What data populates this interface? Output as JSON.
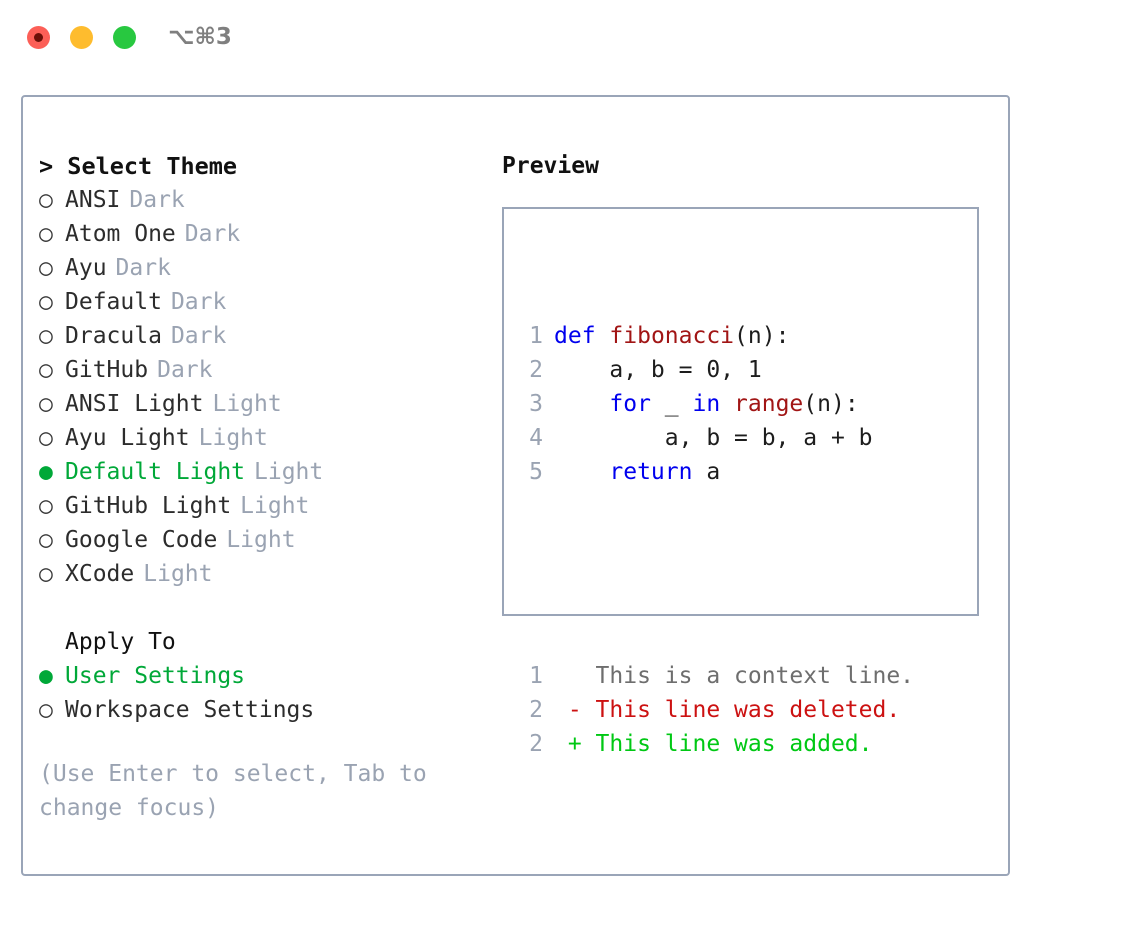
{
  "window": {
    "shortcut_title": "⌥⌘3",
    "traffic_lights": [
      "close-button",
      "minimize-button",
      "maximize-button"
    ]
  },
  "theme_picker": {
    "heading": "> Select Theme",
    "bullet_unselected": "○",
    "bullet_selected": "●",
    "items": [
      {
        "name": "ANSI",
        "variant": "Dark",
        "selected": false
      },
      {
        "name": "Atom One",
        "variant": "Dark",
        "selected": false
      },
      {
        "name": "Ayu",
        "variant": "Dark",
        "selected": false
      },
      {
        "name": "Default",
        "variant": "Dark",
        "selected": false
      },
      {
        "name": "Dracula",
        "variant": "Dark",
        "selected": false
      },
      {
        "name": "GitHub",
        "variant": "Dark",
        "selected": false
      },
      {
        "name": "ANSI Light",
        "variant": "Light",
        "selected": false
      },
      {
        "name": "Ayu Light",
        "variant": "Light",
        "selected": false
      },
      {
        "name": "Default Light",
        "variant": "Light",
        "selected": true
      },
      {
        "name": "GitHub Light",
        "variant": "Light",
        "selected": false
      },
      {
        "name": "Google Code",
        "variant": "Light",
        "selected": false
      },
      {
        "name": "XCode",
        "variant": "Light",
        "selected": false
      }
    ]
  },
  "apply_to": {
    "heading": "Apply To",
    "options": [
      {
        "label": "User Settings",
        "selected": true
      },
      {
        "label": "Workspace Settings",
        "selected": false
      }
    ]
  },
  "hint": "(Use Enter to select, Tab to change focus)",
  "preview": {
    "title": "Preview",
    "code_lines": [
      {
        "num": "1",
        "tokens": [
          {
            "t": "def",
            "c": "kw"
          },
          {
            "t": " ",
            "c": "pl"
          },
          {
            "t": "fibonacci",
            "c": "fn"
          },
          {
            "t": "(n):",
            "c": "pl"
          }
        ]
      },
      {
        "num": "2",
        "tokens": [
          {
            "t": "    a, b = 0, 1",
            "c": "pl"
          }
        ]
      },
      {
        "num": "3",
        "tokens": [
          {
            "t": "    ",
            "c": "pl"
          },
          {
            "t": "for",
            "c": "kw"
          },
          {
            "t": " _ ",
            "c": "pl"
          },
          {
            "t": "in",
            "c": "kw"
          },
          {
            "t": " ",
            "c": "pl"
          },
          {
            "t": "range",
            "c": "fn"
          },
          {
            "t": "(n):",
            "c": "pl"
          }
        ]
      },
      {
        "num": "4",
        "tokens": [
          {
            "t": "        a, b = b, a + b",
            "c": "pl"
          }
        ]
      },
      {
        "num": "5",
        "tokens": [
          {
            "t": "    ",
            "c": "pl"
          },
          {
            "t": "return",
            "c": "kw"
          },
          {
            "t": " a",
            "c": "pl"
          }
        ]
      }
    ],
    "diff_lines": [
      {
        "num": "1",
        "marker": " ",
        "text": "This is a context line.",
        "kind": "ctx"
      },
      {
        "num": "2",
        "marker": "-",
        "text": "This line was deleted.",
        "kind": "del"
      },
      {
        "num": "2",
        "marker": "+",
        "text": "This line was added.",
        "kind": "add"
      }
    ]
  },
  "colors": {
    "accent_green": "#00a838",
    "diff_add": "#00c814",
    "diff_del": "#cc1111",
    "keyword_blue": "#0000ee",
    "function_red": "#a11515",
    "muted": "#9aa3b2",
    "border": "#9aa5b8"
  }
}
